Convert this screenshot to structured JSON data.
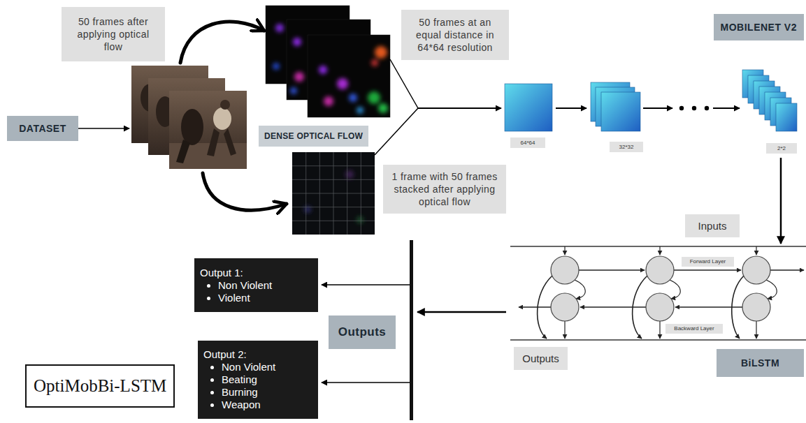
{
  "diagram": {
    "nodes": [
      {
        "text": [
          "50 frames after applying optical flow"
        ]
      },
      {
        "text": [
          "50 frames at an equal distance in 64*64 resolution"
        ]
      },
      {
        "text": [
          "MOBILENET V2"
        ]
      },
      {
        "text": [
          "DATASET"
        ]
      },
      {
        "text": [
          "DENSE OPTICAL FLOW"
        ]
      },
      {
        "text": [
          "64*64"
        ]
      },
      {
        "text": [
          "32*32"
        ]
      },
      {
        "text": [
          "2*2"
        ]
      },
      {
        "text": [
          "1 frame with 50 frames stacked after applying optical flow"
        ]
      },
      {
        "text": [
          "Inputs"
        ]
      },
      {
        "text": [
          "Forward Layer"
        ]
      },
      {
        "text": [
          "Output 1:",
          "Non Violent",
          "Violent"
        ]
      },
      {
        "text": [
          "Outputs"
        ]
      },
      {
        "text": [
          "Backward Layer"
        ]
      },
      {
        "text": [
          "Outputs"
        ]
      },
      {
        "text": [
          "BiLSTM"
        ]
      },
      {
        "text": [
          "Output 2:",
          "Non Violent",
          "Beating",
          "Burning",
          "Weapon"
        ]
      },
      {
        "text": [
          "OptiMobBi-LSTM"
        ]
      }
    ]
  }
}
